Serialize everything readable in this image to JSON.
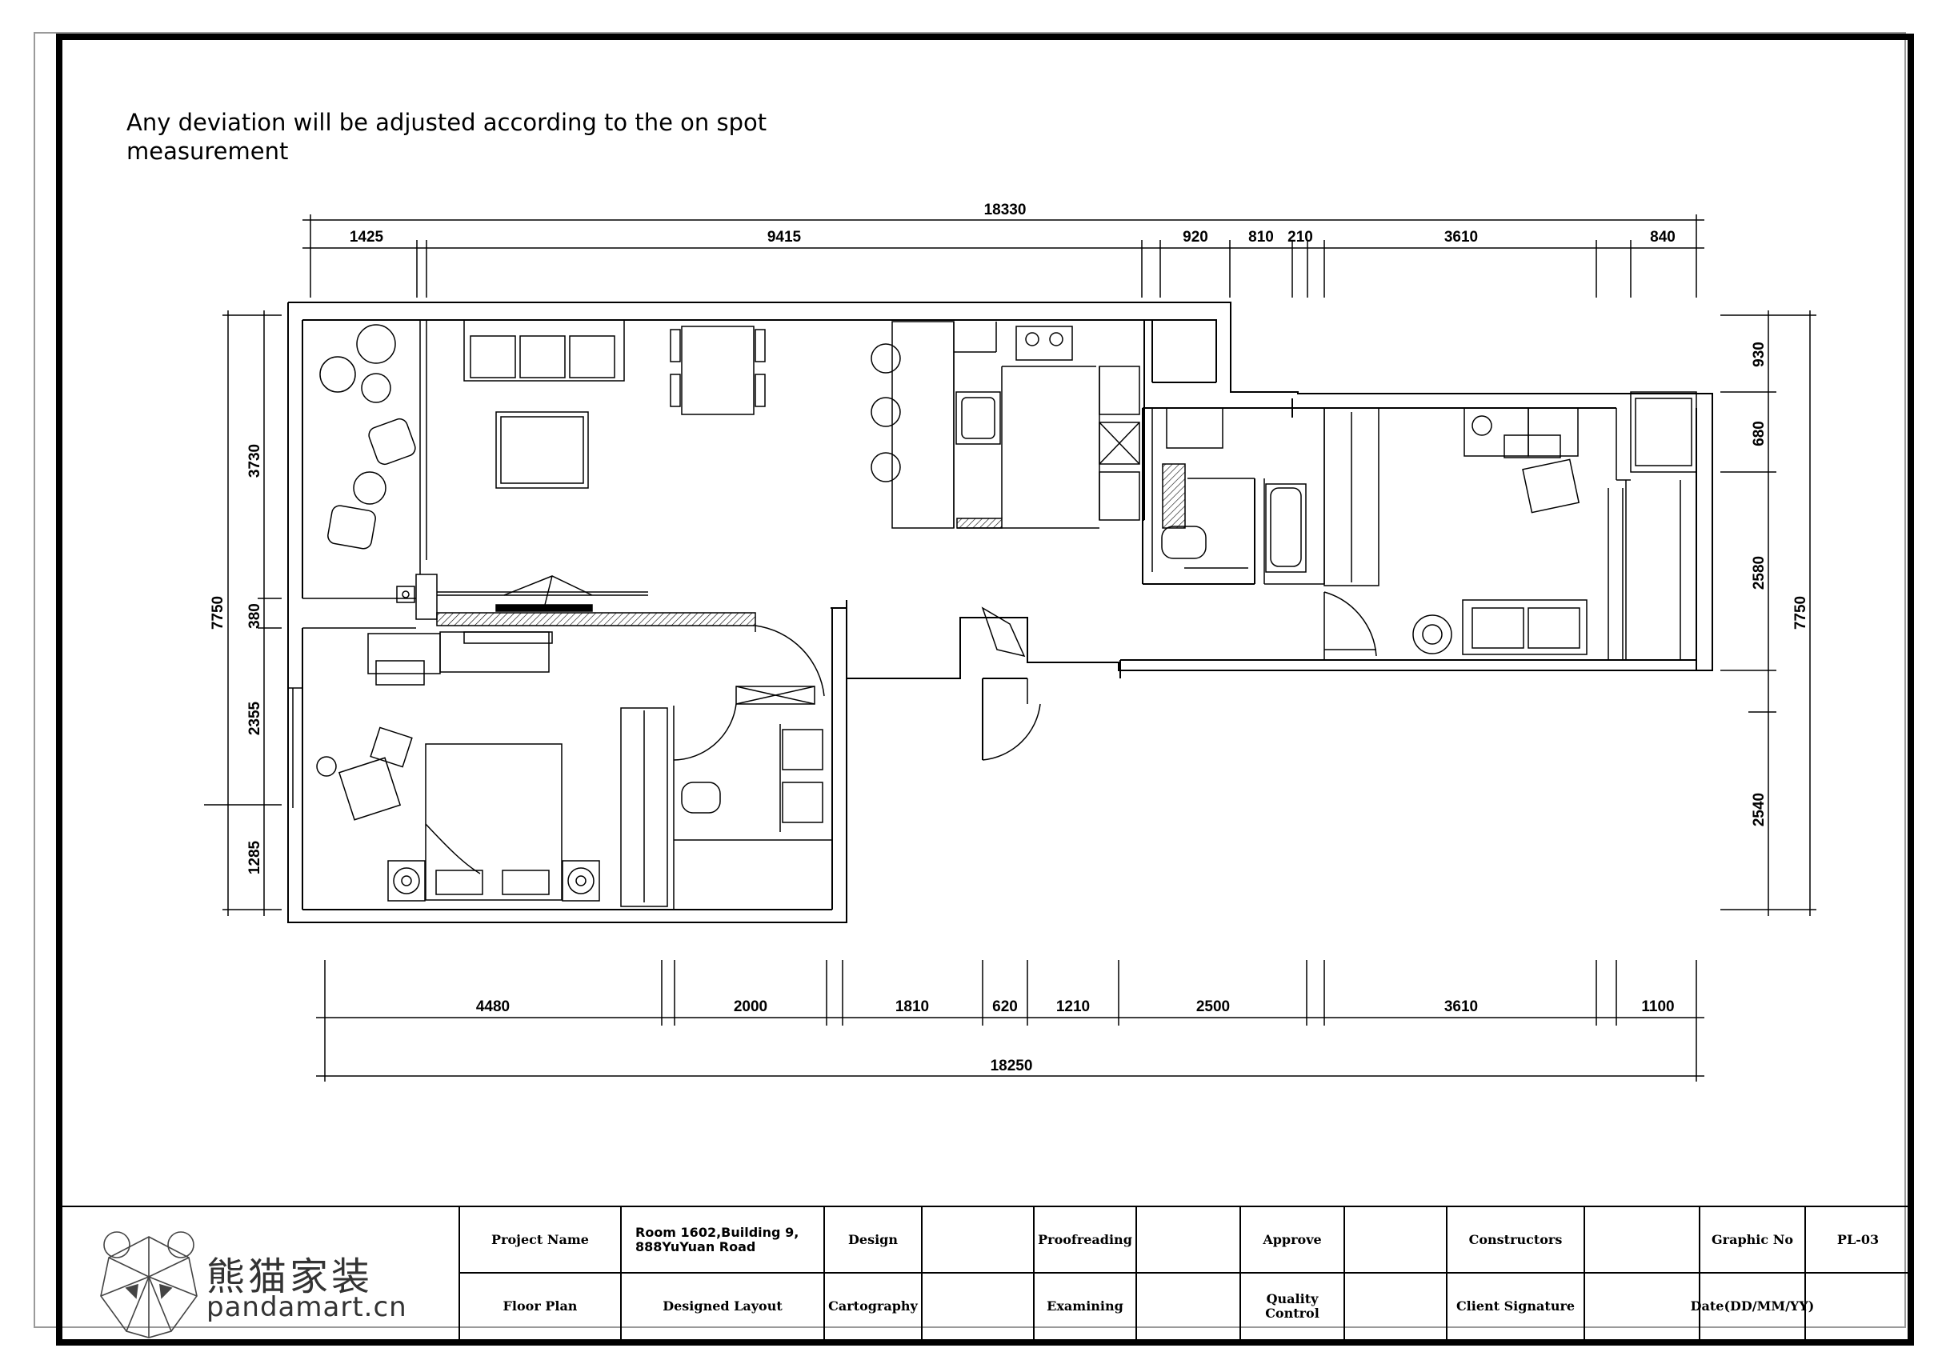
{
  "note": "Any deviation will be adjusted according to the on spot measurement",
  "dimensions": {
    "top_total": "18330",
    "top": [
      "1425",
      "9415",
      "920",
      "810",
      "210",
      "3610",
      "840"
    ],
    "bottom": [
      "4480",
      "2000",
      "1810",
      "620",
      "1210",
      "2500",
      "3610",
      "1100"
    ],
    "bottom_total": "18250",
    "left_total": "7750",
    "left": [
      "3730",
      "380",
      "2355",
      "1285"
    ],
    "right": [
      "930",
      "680",
      "2580",
      "2540"
    ],
    "right_total": "7750"
  },
  "title_block": {
    "logo_cn": "熊猫家装",
    "logo_en": "pandamart.cn",
    "project_name_label": "Project Name",
    "project_name_value": "Room 1602,Building 9, 888YuYuan Road",
    "floor_plan_label": "Floor Plan",
    "floor_plan_value": "Designed Layout",
    "design": "Design",
    "cartography": "Cartography",
    "proofreading": "Proofreading",
    "examining": "Examining",
    "approve": "Approve",
    "quality_control": "Quality Control",
    "constructors": "Constructors",
    "client_signature": "Client Signature",
    "graphic_no_label": "Graphic No",
    "graphic_no_value": "PL-03",
    "date_label": "Date(DD/MM/YY)"
  }
}
